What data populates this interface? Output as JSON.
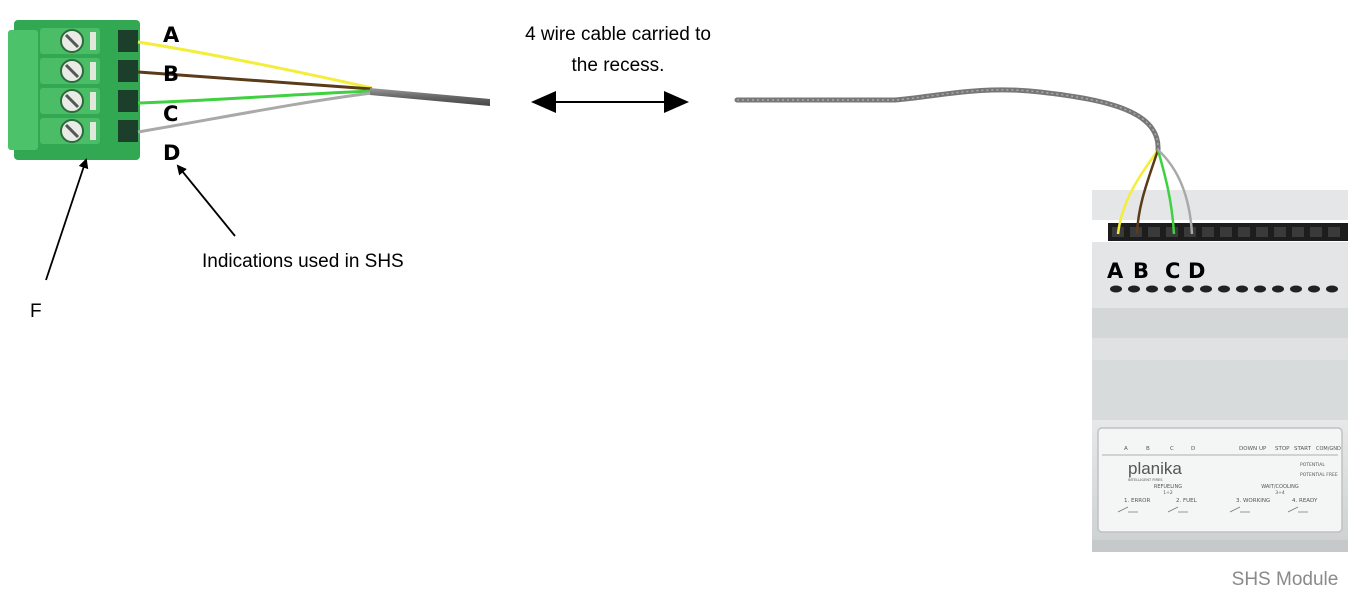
{
  "connector": {
    "terminal_labels": [
      "A",
      "B",
      "C",
      "D"
    ],
    "part_label": "F"
  },
  "annotations": {
    "cable_note_line1": "4 wire cable carried to",
    "cable_note_line2": "the recess.",
    "indications_note": "Indications used in SHS"
  },
  "wire_colors": {
    "A": "#f3ee3a",
    "B": "#5a3b1a",
    "C": "#3fd13f",
    "D": "#a9a9a9"
  },
  "module": {
    "caption": "SHS Module",
    "terminal_labels": [
      "A",
      "B",
      "C",
      "D"
    ],
    "brand": "planika",
    "brand_sub": "INTELLIGENT FIRES",
    "top_labels": [
      "A",
      "B",
      "C",
      "D",
      "DOWN",
      "UP",
      "STOP",
      "START",
      "COM/GND"
    ],
    "side_labels": [
      "POTENTIAL",
      "POTENTIAL FREE"
    ],
    "group_left": "REFUELING",
    "group_left_sub": "1÷2",
    "group_right": "WAIT/COOLING",
    "group_right_sub": "3÷4",
    "relays": [
      "1. ERROR",
      "2. FUEL",
      "3. WORKING",
      "4. READY"
    ]
  }
}
